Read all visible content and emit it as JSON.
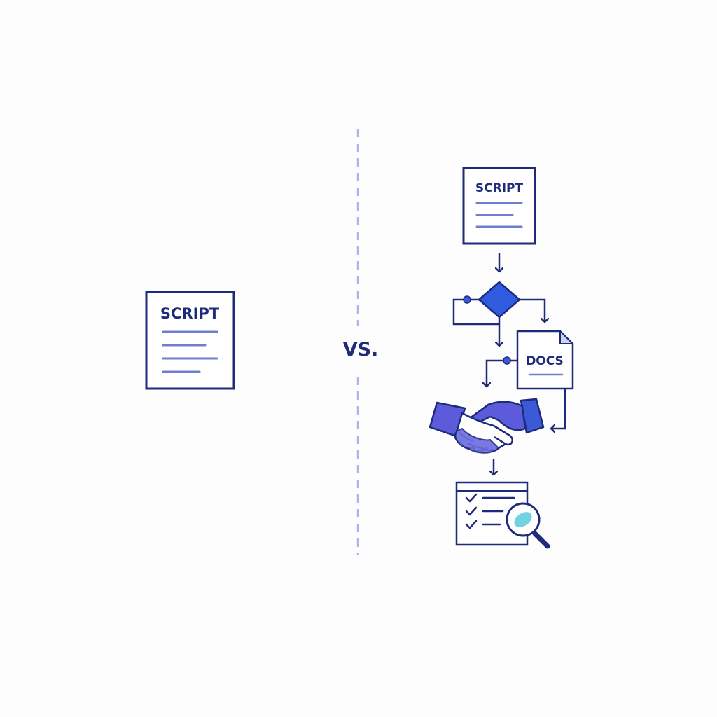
{
  "left_doc": {
    "label": "SCRIPT"
  },
  "divider_label": "VS.",
  "right_flow": {
    "top_doc_label": "SCRIPT",
    "docs_label": "DOCS"
  },
  "colors": {
    "navy": "#1e2a7a",
    "accent_blue": "#3b5bd6",
    "diamond_blue": "#2f5be0",
    "handshake_purple": "#5b5bdc",
    "text_line": "#6f7fd0",
    "lens_teal": "#6fd3e0",
    "divider": "#a9b8e6"
  },
  "icons": [
    "script-document-icon",
    "decision-diamond-icon",
    "docs-document-icon",
    "handshake-icon",
    "checklist-icon",
    "magnifier-icon"
  ]
}
